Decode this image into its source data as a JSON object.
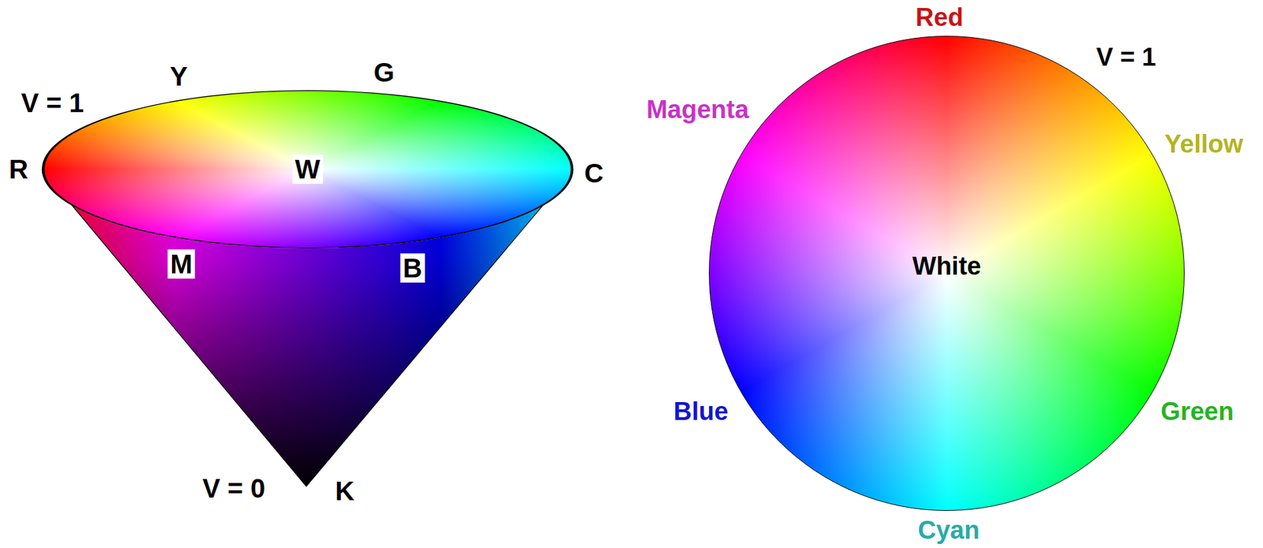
{
  "diagram": {
    "labels": [
      "V = 1",
      "Y",
      "G",
      "R",
      "W",
      "C",
      "M",
      "B",
      "V = 0",
      "K",
      "Red",
      "V = 1",
      "Magenta",
      "Yellow",
      "White",
      "Blue",
      "Green",
      "Cyan"
    ]
  }
}
